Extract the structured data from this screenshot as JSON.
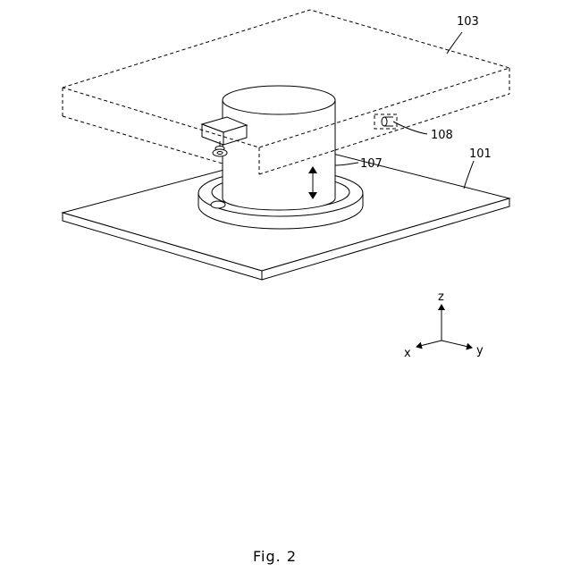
{
  "labels": {
    "ref_103": "103",
    "ref_108": "108",
    "ref_107": "107",
    "ref_101": "101"
  },
  "axes": {
    "z": "z",
    "x": "x",
    "y": "y"
  },
  "caption": "Fig. 2"
}
